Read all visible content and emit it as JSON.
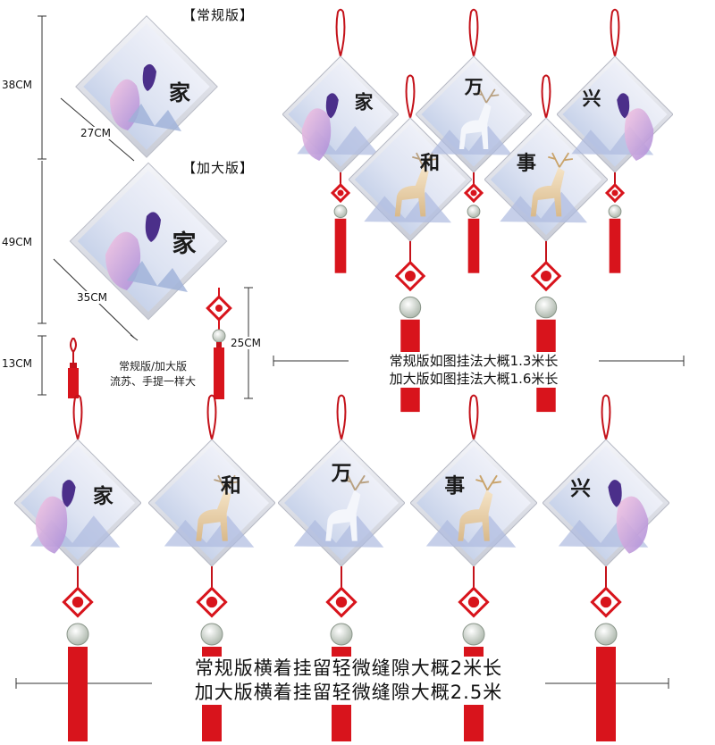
{
  "labels": {
    "regular": "【常规版】",
    "large": "【加大版】"
  },
  "dimensions": {
    "regular_height": "38CM",
    "regular_width": "27CM",
    "large_height": "49CM",
    "large_width": "35CM",
    "tassel_length": "13CM",
    "pendant_length": "25CM"
  },
  "tassel_note": [
    "常规版/加大版",
    "流苏、手提一样大"
  ],
  "hanging_note": [
    "常规版如图挂法大概1.3米长",
    "加大版如图挂法大概1.6米长"
  ],
  "horizontal_note": [
    "常规版横着挂留轻微缝隙大概2米长",
    "加大版横着挂留轻微缝隙大概2.5米"
  ],
  "characters": {
    "diagram_regular": "家",
    "diagram_large": "家",
    "cluster": [
      "家",
      "和",
      "万",
      "事",
      "兴"
    ],
    "row": [
      "家",
      "和",
      "万",
      "事",
      "兴"
    ]
  },
  "colors": {
    "tassel_red": "#d8141c",
    "frame": "#e6e8ee",
    "cord": "#c4121a"
  }
}
